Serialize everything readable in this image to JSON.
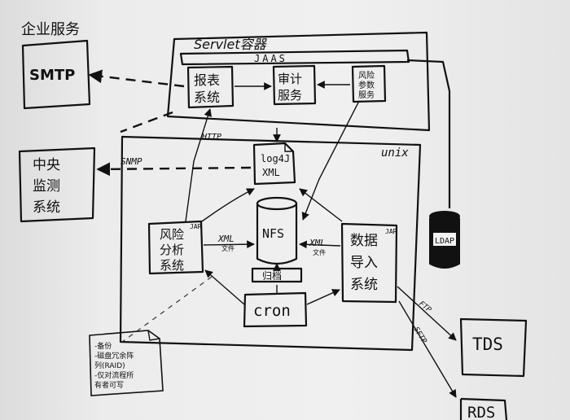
{
  "title": "企业服务",
  "servlet": {
    "label": "Servlet容器",
    "jaas": "JAAS"
  },
  "smtp": "SMTP",
  "central": [
    "中央",
    "监测",
    "系统"
  ],
  "report": [
    "报表",
    "系统"
  ],
  "audit": [
    "审计",
    "服务"
  ],
  "risk_param": [
    "风险",
    "参数",
    "服务"
  ],
  "unix": "unix",
  "http": "HTTP",
  "snmp": "SNMP",
  "log4j": [
    "log4J",
    "XML"
  ],
  "nfs": "NFS",
  "risk_analysis": {
    "lines": [
      "风险",
      "分析",
      "系统"
    ],
    "tag": "JAR"
  },
  "import": {
    "lines": [
      "数据",
      "导入",
      "系统"
    ],
    "tag": "JAR"
  },
  "xml_left": {
    "main": "XML",
    "sub": "文件"
  },
  "xml_right": {
    "main": "XML",
    "sub": "文件"
  },
  "archive": "归档",
  "cron": "cron",
  "ldap": "LDAP",
  "tds": "TDS",
  "rds": "RDS",
  "ftp": "FTP",
  "sftp": "SFTP",
  "note": [
    "-备份",
    "-磁盘冗余阵",
    "列(RAID)",
    "-仅对流程所",
    "有者可写"
  ]
}
